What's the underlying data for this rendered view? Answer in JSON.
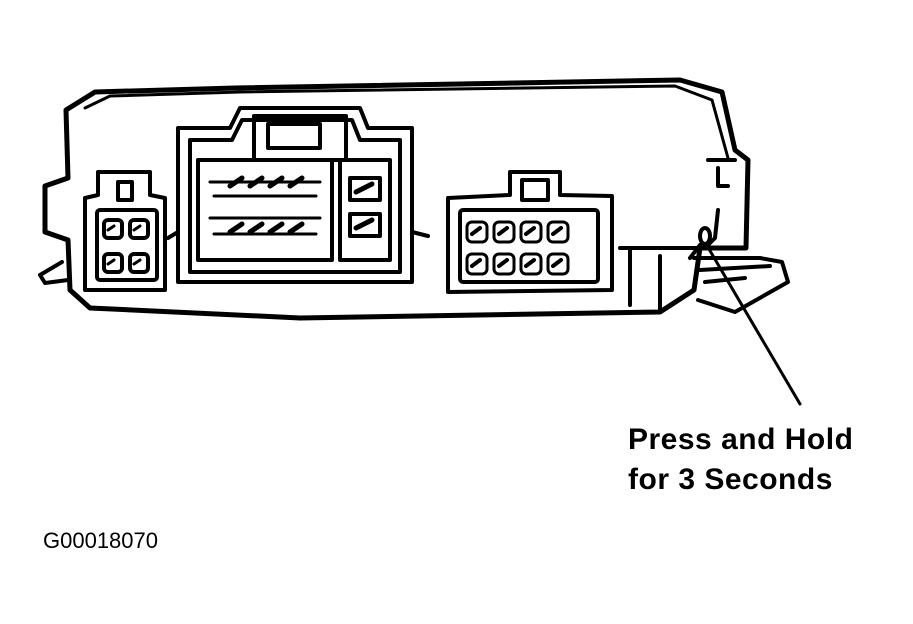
{
  "callout": {
    "line1": "Press and Hold",
    "line2": "for 3 Seconds"
  },
  "figure_id": "G00018070",
  "colors": {
    "ink": "#000000",
    "paper": "#ffffff"
  }
}
